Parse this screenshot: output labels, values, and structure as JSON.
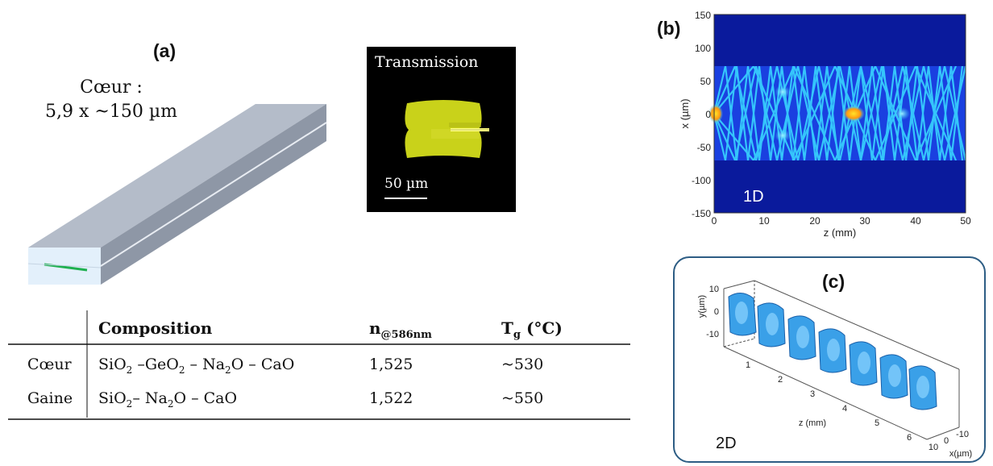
{
  "panel_a": {
    "label": "(a)",
    "core_line1": "Cœur :",
    "core_line2": "5,9 x ~150 µm",
    "photo": {
      "title": "Transmission",
      "scale": "50 µm"
    },
    "table": {
      "headers": [
        "",
        "Composition",
        "n@586nm",
        "Tg (°C)"
      ],
      "rows": [
        {
          "name": "Cœur",
          "composition": "SiO2 –GeO2 – Na2O – CaO",
          "n": "1,525",
          "tg": "~530"
        },
        {
          "name": "Gaine",
          "composition": "SiO2– Na2O – CaO",
          "n": "1,522",
          "tg": "~550"
        }
      ]
    }
  },
  "panel_b": {
    "label": "(b)",
    "annotation": "1D",
    "xlabel": "z (mm)",
    "ylabel": "x (µm)",
    "xticks": [
      "0",
      "10",
      "20",
      "30",
      "40",
      "50"
    ],
    "yticks": [
      "150",
      "100",
      "50",
      "0",
      "-50",
      "-100",
      "-150"
    ],
    "colors": {
      "background": "#0a1a9c",
      "guide": "#1a40e0",
      "mode": "#38d4ff",
      "hot": "#ffd21a"
    }
  },
  "panel_c": {
    "label": "(c)",
    "annotation": "2D",
    "zlabel": "z (mm)",
    "ylabel": "y(µm)",
    "xlabel": "x(µm)",
    "yticks": [
      "10",
      "0",
      "-10"
    ],
    "zticks": [
      "1",
      "2",
      "3",
      "4",
      "5",
      "6"
    ],
    "xticks": [
      "10",
      "0",
      "-10"
    ],
    "colors": {
      "surface": "#3aa0e8",
      "edge": "#1a5fa8"
    }
  }
}
